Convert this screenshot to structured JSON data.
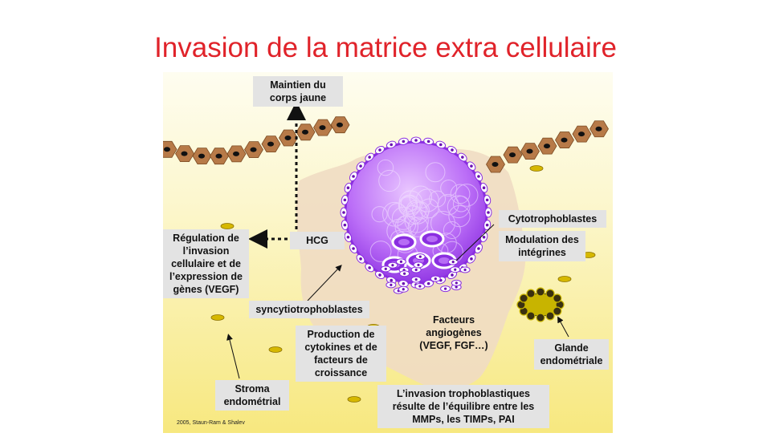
{
  "title": "Invasion de la matrice extra cellulaire",
  "labels": {
    "maintien": [
      "Maintien du",
      "corps jaune"
    ],
    "hcg": "HCG",
    "regulation": [
      "Régulation de",
      "l’invasion",
      "cellulaire et de",
      "l’expression de",
      "gènes (VEGF)"
    ],
    "cytotrophoblastes": "Cytotrophoblastes",
    "modulation": [
      "Modulation des",
      "intégrines"
    ],
    "syncytio": "syncytiotrophoblastes",
    "facteurs": [
      "Facteurs",
      "angiogènes",
      "(VEGF, FGF…)"
    ],
    "glande": [
      "Glande",
      "endométriale"
    ],
    "production": [
      "Production de",
      "cytokines et de",
      "facteurs de",
      "croissance"
    ],
    "stroma": [
      "Stroma",
      "endométrial"
    ],
    "invasion": [
      "L’invasion trophoblastiques",
      "résulte de l’équilibre entre les",
      "MMPs, les TIMPs, PAI"
    ]
  },
  "credit": "2005, Staun-Ram & Shalev",
  "colors": {
    "title": "#e0232a",
    "background_top": "#fdfbe2",
    "background_bottom": "#f8eb8a",
    "stroma": "#efdcc3",
    "epithelium": "#b77a48",
    "trophoblast": "#a14bf0",
    "label_bg": "#e3e3e3"
  }
}
